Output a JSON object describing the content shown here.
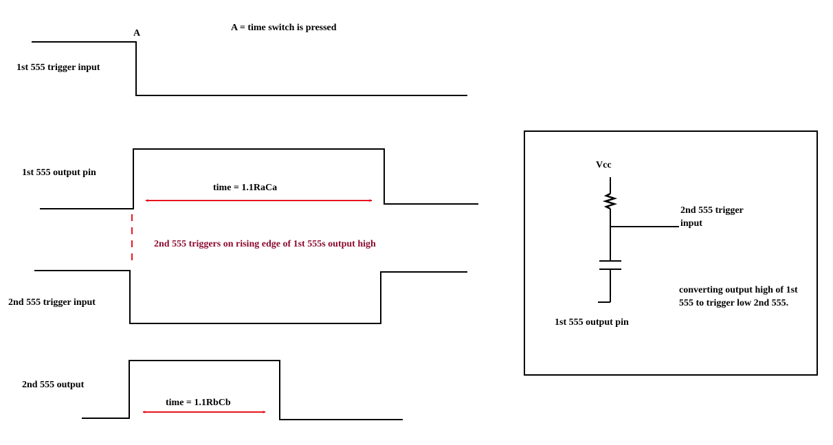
{
  "annotations": {
    "point_a": "A",
    "legend": "A = time switch is pressed"
  },
  "waveforms": {
    "trigger1_label": "1st 555 trigger input",
    "output1_label": "1st 555 output pin",
    "output1_time": "time =  1.1RaCa",
    "rising_edge_note": "2nd 555 triggers on rising edge of 1st 555s output high",
    "trigger2_label": "2nd 555 trigger input",
    "output2_label": "2nd 555 output",
    "output2_time": "time = 1.1RbCb"
  },
  "circuit": {
    "vcc_label": "Vcc",
    "trigger_label_line1": "2nd 555 trigger",
    "trigger_label_line2": "input",
    "description_line1": "converting output high of 1st",
    "description_line2": "555 to trigger low 2nd 555.",
    "source_label": "1st 555 output pin"
  },
  "colors": {
    "line": "#000000",
    "arrow": "#e8141c",
    "note_text": "#8b0a2e"
  }
}
